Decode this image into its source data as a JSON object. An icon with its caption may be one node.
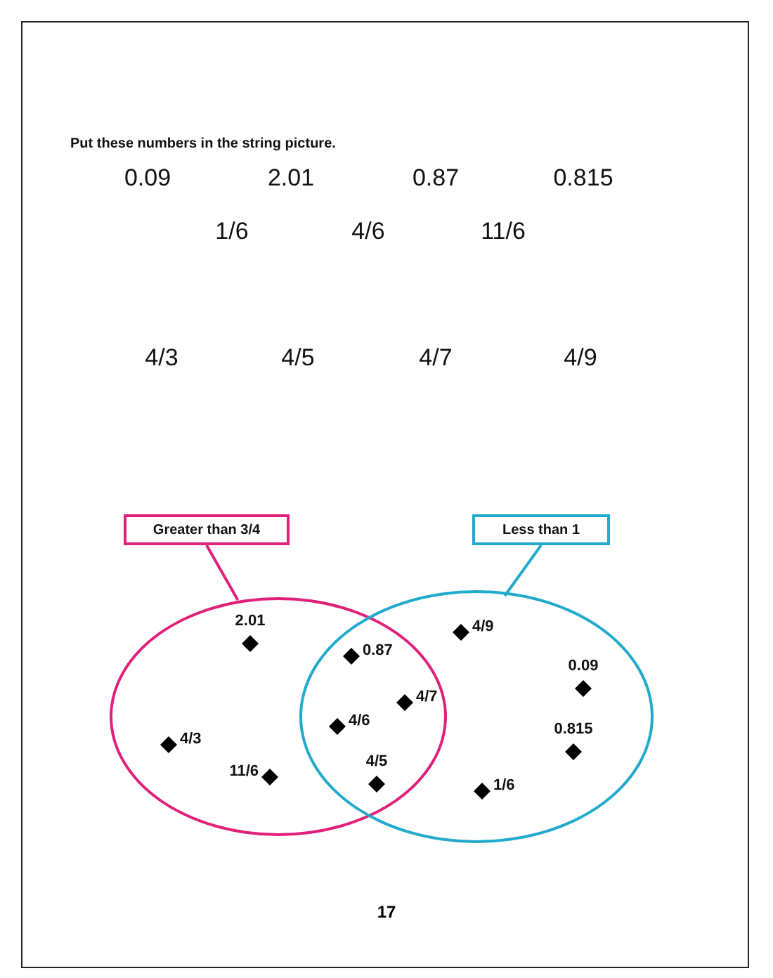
{
  "diagram": {
    "title": "Put these numbers in the string picture.",
    "nodes": [
      {
        "text": [
          "Greater than 3/4"
        ]
      },
      {
        "text": [
          "Less than 1"
        ]
      },
      {
        "text": [],
        "shape": "circle"
      },
      {
        "text": [],
        "shape": "circle"
      }
    ],
    "edges": [
      {
        "from": 0,
        "to": 2,
        "arrow": "none"
      },
      {
        "from": 1,
        "to": 3,
        "arrow": "none",
        "color": "#22aacc"
      }
    ],
    "labels": [
      "0.09",
      "2.01",
      "0.87",
      "0.815",
      "1/6",
      "4/6",
      "11/6",
      "4/3",
      "4/5",
      "4/7",
      "4/9",
      "2.01",
      "4/3",
      "11/6",
      "0.87",
      "4/7",
      "4/6",
      "4/5",
      "4/9",
      "0.09",
      "0.815",
      "1/6",
      "17"
    ]
  }
}
